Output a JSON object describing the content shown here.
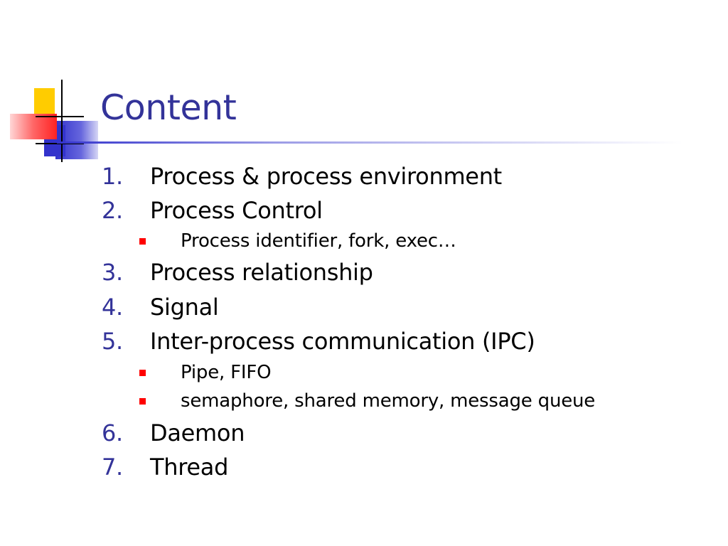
{
  "slide": {
    "title": "Content",
    "colors": {
      "title": "#333399",
      "number": "#333399",
      "text": "#000000",
      "bullet": "#ff0000",
      "accent_yellow": "#ffcc00",
      "accent_blue": "#3333cc",
      "accent_red": "#ff3333"
    },
    "items": [
      {
        "number": "1.",
        "label": "Process & process environment"
      },
      {
        "number": "2.",
        "label": "Process Control"
      },
      {
        "number": "3.",
        "label": "Process relationship"
      },
      {
        "number": "4.",
        "label": "Signal"
      },
      {
        "number": "5.",
        "label": "Inter-process communication (IPC)"
      },
      {
        "number": "6.",
        "label": "Daemon"
      },
      {
        "number": "7.",
        "label": "Thread"
      }
    ],
    "subitems": {
      "process_control": [
        {
          "label": "Process identifier, fork, exec…"
        }
      ],
      "ipc": [
        {
          "label": "Pipe, FIFO"
        },
        {
          "label": "semaphore, shared memory, message queue"
        }
      ]
    }
  }
}
